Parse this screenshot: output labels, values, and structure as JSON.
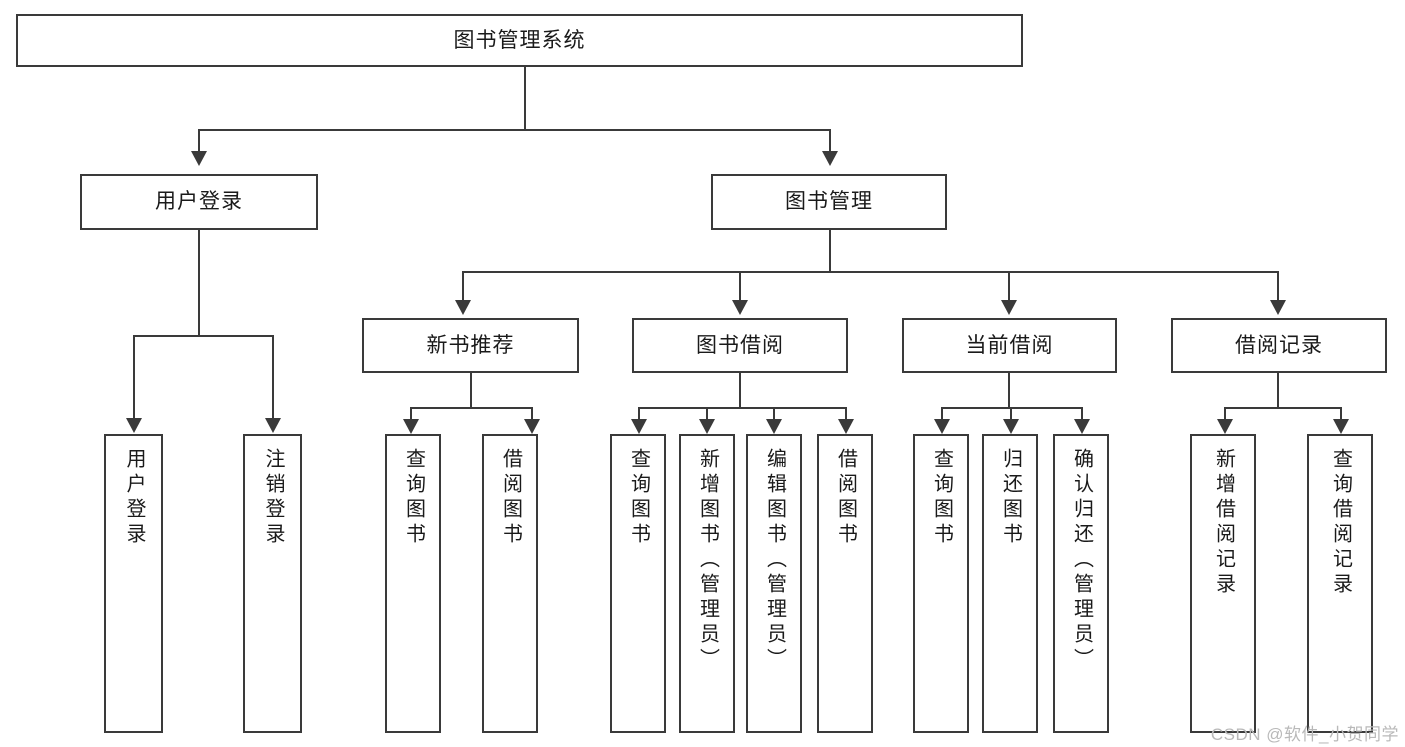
{
  "diagram": {
    "title": "图书管理系统",
    "root": {
      "label": "图书管理系统"
    },
    "level2": [
      {
        "label": "用户登录"
      },
      {
        "label": "图书管理"
      }
    ],
    "level3": [
      {
        "label": "新书推荐"
      },
      {
        "label": "图书借阅"
      },
      {
        "label": "当前借阅"
      },
      {
        "label": "借阅记录"
      }
    ],
    "leaves": {
      "user_login": [
        {
          "label": "用户登录"
        },
        {
          "label": "注销登录"
        }
      ],
      "new_book_recommend": [
        {
          "label": "查询图书"
        },
        {
          "label": "借阅图书"
        }
      ],
      "book_borrow": [
        {
          "label": "查询图书"
        },
        {
          "label": "新增图书（管理员）"
        },
        {
          "label": "编辑图书（管理员）"
        },
        {
          "label": "借阅图书"
        }
      ],
      "current_borrow": [
        {
          "label": "查询图书"
        },
        {
          "label": "归还图书"
        },
        {
          "label": "确认归还（管理员）"
        }
      ],
      "borrow_record": [
        {
          "label": "新增借阅记录"
        },
        {
          "label": "查询借阅记录"
        }
      ]
    }
  },
  "watermark": {
    "text": "CSDN @软件_小贺同学"
  },
  "colors": {
    "stroke": "#3a3a3a",
    "text": "#1a1a1a",
    "background": "#ffffff",
    "watermark": "#b9b9b9"
  }
}
